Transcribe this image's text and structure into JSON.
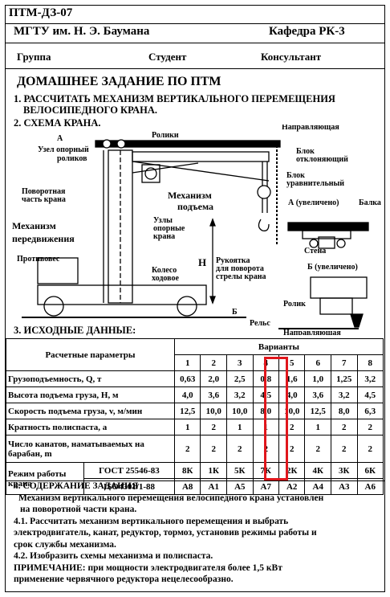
{
  "header": {
    "code": "ПТМ-ДЗ-07",
    "university": "МГТУ им. Н. Э. Баумана",
    "department": "Кафедра РК-3",
    "group_label": "Группа",
    "student_label": "Студент",
    "consultant_label": "Консультант"
  },
  "title": "ДОМАШНЕЕ ЗАДАНИЕ ПО ПТМ",
  "task1": {
    "line1": "1. РАССЧИТАТЬ МЕХАНИЗМ ВЕРТИКАЛЬНОГО ПЕРЕМЕЩЕНИЯ",
    "line2": "ВЕЛОСИПЕДНОГО КРАНА."
  },
  "scheme": {
    "heading": "2. СХЕМА КРАНА.",
    "label_a": "A",
    "rollers": "Ролики",
    "guide": "Направляющая",
    "support_node_1": "Узел опорный",
    "support_node_2": "роликов",
    "deflect_block_1": "Блок",
    "deflect_block_2": "отклоняющий",
    "balance_block_1": "Блок",
    "balance_block_2": "уравнительный",
    "rotary_part_1": "Поворотная",
    "rotary_part_2": "часть крана",
    "lift_mech_1": "Механизм",
    "lift_mech_2": "подъема",
    "a_enlarged": "А (увеличено)",
    "beam": "Балка",
    "travel_mech_1": "Механизм",
    "travel_mech_2": "передвижения",
    "support_nodes_1": "Узлы",
    "support_nodes_2": "опорные",
    "support_nodes_3": "крана",
    "wall": "Стена",
    "counterweight": "Противовес",
    "height_label": "H",
    "b_enlarged": "Б (увеличено)",
    "handle_1": "Рукоятка",
    "handle_2": "для поворота",
    "handle_3": "стрелы крана",
    "wheel_1": "Колесо",
    "wheel_2": "ходовое",
    "roller": "Ролик",
    "label_b": "Б",
    "rail": "Рельс",
    "guide_bottom": "Направляющая"
  },
  "initial_data_heading": "3. ИСХОДНЫЕ ДАННЫЕ:",
  "table": {
    "calc_params": "Расчетные параметры",
    "variants": "Варианты",
    "variant_numbers": [
      "1",
      "2",
      "3",
      "4",
      "5",
      "6",
      "7",
      "8"
    ],
    "rows": [
      {
        "label": "Грузоподъемность, Q, т",
        "values": [
          "0,63",
          "2,0",
          "2,5",
          "0,8",
          "1,6",
          "1,0",
          "1,25",
          "3,2"
        ]
      },
      {
        "label": "Высота подъема груза, Н, м",
        "values": [
          "4,0",
          "3,6",
          "3,2",
          "4,5",
          "4,0",
          "3,6",
          "3,2",
          "4,5"
        ]
      },
      {
        "label": "Скорость подъема груза, v, м/мин",
        "values": [
          "12,5",
          "10,0",
          "10,0",
          "8,0",
          "10,0",
          "12,5",
          "8,0",
          "6,3"
        ]
      },
      {
        "label": "Кратность полиспаста, а",
        "values": [
          "1",
          "2",
          "1",
          "1",
          "2",
          "1",
          "2",
          "2"
        ]
      },
      {
        "label1": "Число канатов, наматываемых на",
        "label2": "барабан, m",
        "values": [
          "2",
          "2",
          "2",
          "2",
          "2",
          "2",
          "2",
          "2"
        ]
      }
    ],
    "mode_label1": "Режим работы",
    "mode_label2": "крана",
    "std1": "ГОСТ 25546-83",
    "std2": "ISO4301/1-88",
    "mode_gost": [
      "8К",
      "1К",
      "5К",
      "7К",
      "2К",
      "4К",
      "3К",
      "6К"
    ],
    "mode_iso": [
      "А8",
      "А1",
      "А5",
      "А7",
      "А2",
      "А4",
      "А3",
      "А6"
    ]
  },
  "content": {
    "heading": "4. СОДЕРЖАНИЕ ЗАДАНИЯ",
    "p1": "Механизм вертикального перемещения велосипедного крана установлен",
    "p2": "на поворотной части крана.",
    "p3": "4.1. Рассчитать механизм вертикального перемещения и выбрать",
    "p4": "электродвигатель, канат, редуктор, тормоз, установив режимы работы и",
    "p5": "срок службы механизма.",
    "p6": "4.2. Изобразить схемы механизма и полиспаста.",
    "p7": "ПРИМЕЧАНИЕ: при мощности электродвигателя более 1,5 кВт",
    "p8": "применение червячного редуктора нецелесообразно."
  }
}
